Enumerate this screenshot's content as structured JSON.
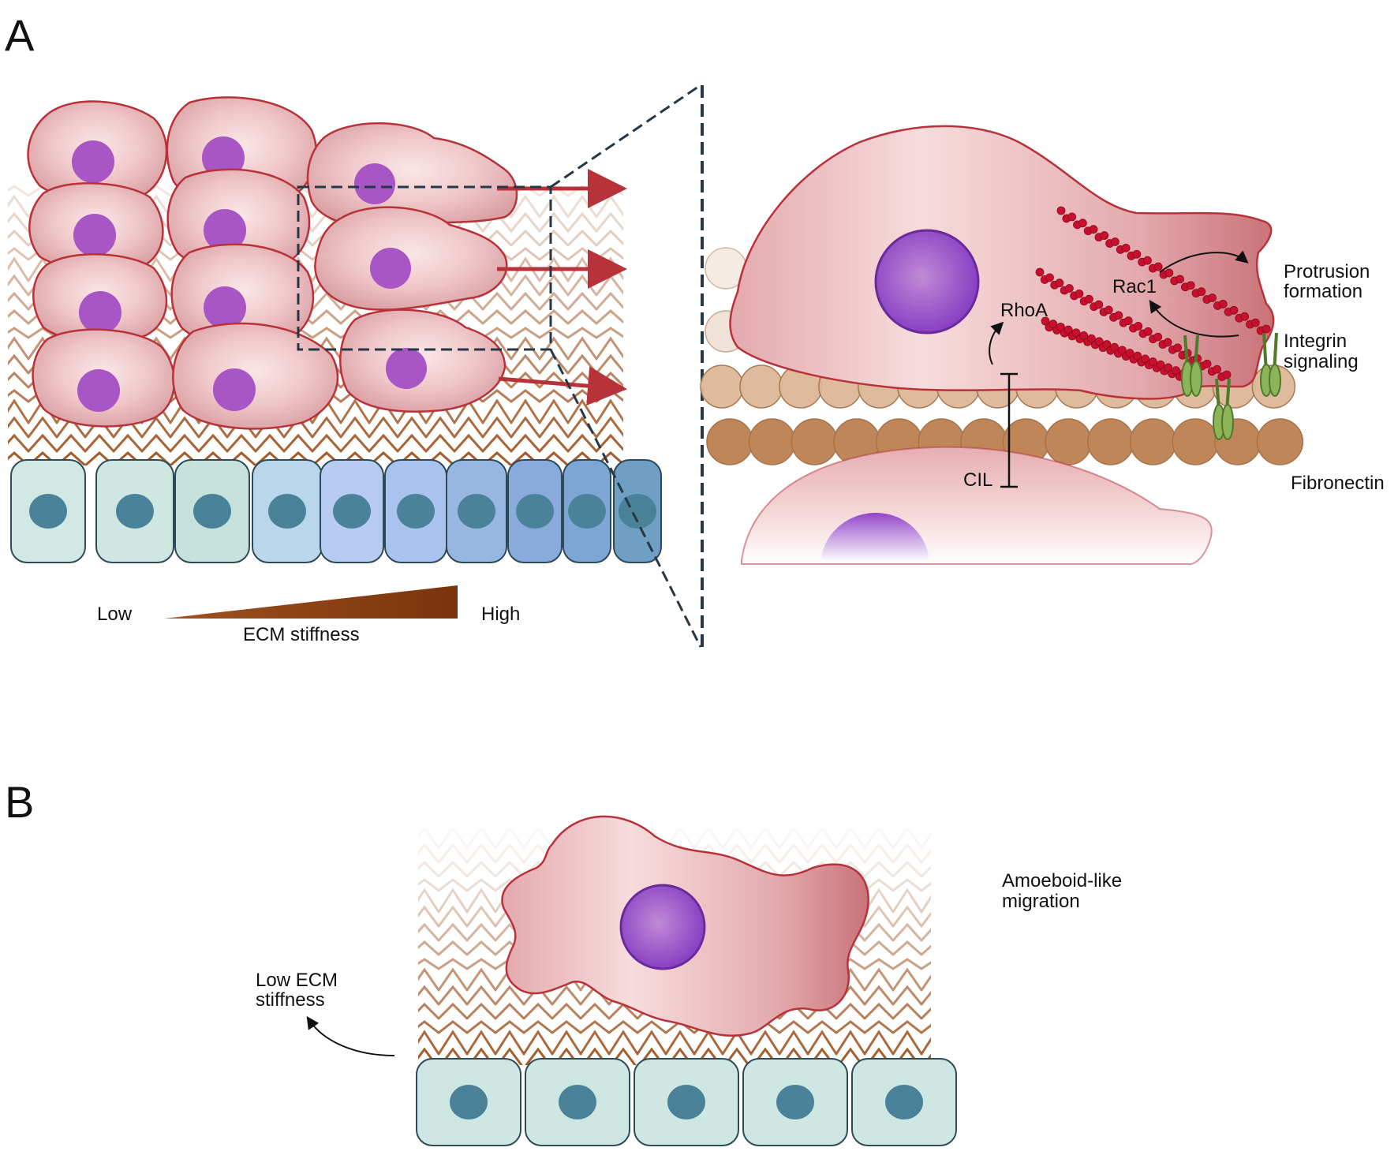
{
  "panels": {
    "a": {
      "letter": "A",
      "gradient_low": "Low",
      "gradient_high": "High",
      "gradient_caption": "ECM stiffness",
      "inset_labels": {
        "rhoa": "RhoA",
        "rac1": "Rac1",
        "cil": "CIL",
        "protrusion": [
          "Protrusion",
          "formation"
        ],
        "integrin": [
          "Integrin",
          "signaling"
        ],
        "fibronectin": "Fibronectin"
      }
    },
    "b": {
      "letter": "B",
      "migration_label": [
        "Amoeboid-like",
        "migration"
      ],
      "stiffness_label": [
        "Low ECM",
        "stiffness"
      ]
    }
  },
  "colors": {
    "cell_fill": "#ecc2c4",
    "cell_stroke": "#b8323a",
    "nucleus": "#a855c6",
    "nucleus_inset": "#8a3fb8",
    "ecm_fiber": "#a0521f",
    "ecm_light": "#d9b69a",
    "migration_arrow": "#b8323a",
    "epithelial_low": "#cfe7e2",
    "epithelial_high": "#6f9fc2",
    "epithelial_nucleus": "#4a8399",
    "dashed_box": "#243847",
    "fibronectin_dark": "#bf8659",
    "fibronectin_light": "#ddb898",
    "actin": "#c8102e",
    "integrin": "#8db458",
    "gradient_wedge": "#8b3d0f"
  },
  "icons": [
    "cell",
    "nucleus",
    "ecm-mesh",
    "migration-arrow",
    "actin-filament",
    "integrin-receptor",
    "fibronectin-bead"
  ]
}
